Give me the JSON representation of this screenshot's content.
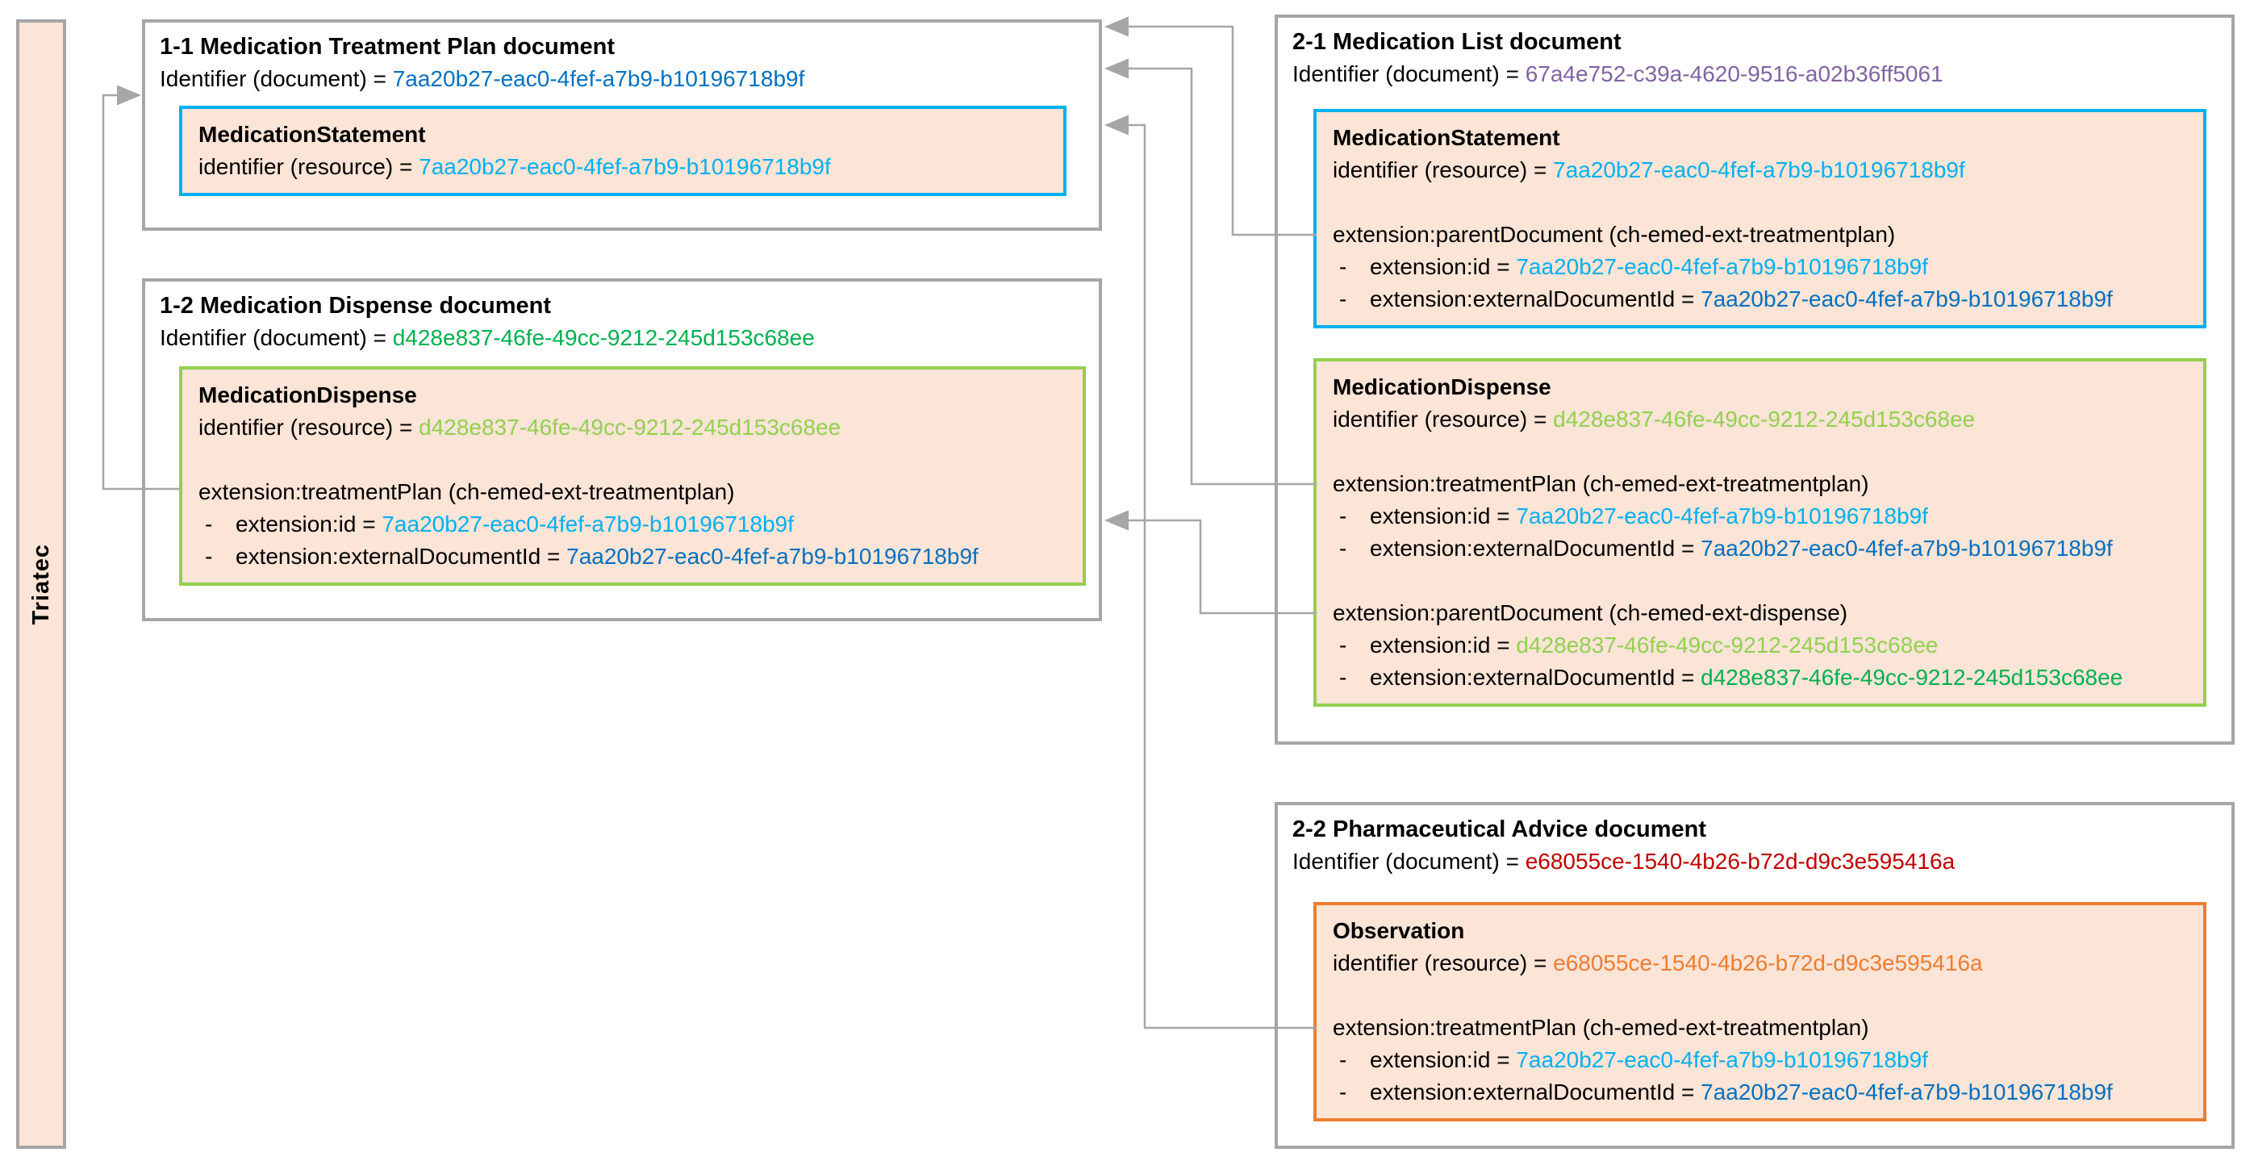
{
  "palette": {
    "outer_border_gray": "#a6a6a6",
    "connector_gray": "#a6a6a6",
    "card_fill_peach": "#fce4d6",
    "medication_statement_border": "#00b0f0",
    "medication_dispense_border": "#92d050",
    "observation_border": "#ed7d31",
    "blue_light": "#00b0f0",
    "blue_dark": "#0070c0",
    "green_light": "#92d050",
    "green_dark": "#00b050",
    "purple": "#8064a2",
    "red": "#c00000",
    "orange": "#ed7d31"
  },
  "medication": {
    "label": "Triatec"
  },
  "documents": [
    {
      "title": "1-1 Medication Treatment Plan document",
      "identifier_label": "Identifier (document) =",
      "identifier": "7aa20b27-eac0-4fef-a7b9-b10196718b9f",
      "resources": [
        {
          "name": "MedicationStatement",
          "identifier_label": "identifier (resource) =",
          "identifier": "7aa20b27-eac0-4fef-a7b9-b10196718b9f",
          "extensions": []
        }
      ]
    },
    {
      "title": "1-2 Medication Dispense document",
      "identifier_label": "Identifier (document) =",
      "identifier": "d428e837-46fe-49cc-9212-245d153c68ee",
      "resources": [
        {
          "name": "MedicationDispense",
          "identifier_label": "identifier (resource) =",
          "identifier": "d428e837-46fe-49cc-9212-245d153c68ee",
          "extensions": [
            {
              "header": "extension:treatmentPlan (ch-emed-ext-treatmentplan)",
              "items": [
                {
                  "bullet": "-",
                  "label": "extension:id =",
                  "value": "7aa20b27-eac0-4fef-a7b9-b10196718b9f"
                },
                {
                  "bullet": "-",
                  "label": "extension:externalDocumentId =",
                  "value": "7aa20b27-eac0-4fef-a7b9-b10196718b9f"
                }
              ]
            }
          ]
        }
      ]
    },
    {
      "title": "2-1 Medication List document",
      "identifier_label": "Identifier (document) =",
      "identifier": "67a4e752-c39a-4620-9516-a02b36ff5061",
      "resources": [
        {
          "name": "MedicationStatement",
          "identifier_label": "identifier (resource) =",
          "identifier": "7aa20b27-eac0-4fef-a7b9-b10196718b9f",
          "extensions": [
            {
              "header": "extension:parentDocument (ch-emed-ext-treatmentplan)",
              "items": [
                {
                  "bullet": "-",
                  "label": "extension:id =",
                  "value": "7aa20b27-eac0-4fef-a7b9-b10196718b9f"
                },
                {
                  "bullet": "-",
                  "label": "extension:externalDocumentId =",
                  "value": "7aa20b27-eac0-4fef-a7b9-b10196718b9f"
                }
              ]
            }
          ]
        },
        {
          "name": "MedicationDispense",
          "identifier_label": "identifier (resource) =",
          "identifier": "d428e837-46fe-49cc-9212-245d153c68ee",
          "extensions": [
            {
              "header": "extension:treatmentPlan (ch-emed-ext-treatmentplan)",
              "items": [
                {
                  "bullet": "-",
                  "label": "extension:id =",
                  "value": "7aa20b27-eac0-4fef-a7b9-b10196718b9f"
                },
                {
                  "bullet": "-",
                  "label": "extension:externalDocumentId =",
                  "value": "7aa20b27-eac0-4fef-a7b9-b10196718b9f"
                }
              ]
            },
            {
              "header": "extension:parentDocument (ch-emed-ext-dispense)",
              "items": [
                {
                  "bullet": "-",
                  "label": "extension:id =",
                  "value": "d428e837-46fe-49cc-9212-245d153c68ee"
                },
                {
                  "bullet": "-",
                  "label": "extension:externalDocumentId =",
                  "value": "d428e837-46fe-49cc-9212-245d153c68ee"
                }
              ]
            }
          ]
        }
      ]
    },
    {
      "title": "2-2 Pharmaceutical Advice document",
      "identifier_label": "Identifier (document) =",
      "identifier": "e68055ce-1540-4b26-b72d-d9c3e595416a",
      "resources": [
        {
          "name": "Observation",
          "identifier_label": "identifier (resource) =",
          "identifier": "e68055ce-1540-4b26-b72d-d9c3e595416a",
          "extensions": [
            {
              "header": "extension:treatmentPlan (ch-emed-ext-treatmentplan)",
              "items": [
                {
                  "bullet": "-",
                  "label": "extension:id =",
                  "value": "7aa20b27-eac0-4fef-a7b9-b10196718b9f"
                },
                {
                  "bullet": "-",
                  "label": "extension:externalDocumentId =",
                  "value": "7aa20b27-eac0-4fef-a7b9-b10196718b9f"
                }
              ]
            }
          ]
        }
      ]
    }
  ],
  "connections": [
    {
      "from": "1-2 MedicationDispense extension:treatmentPlan",
      "to": "1-1 Medication Treatment Plan document"
    },
    {
      "from": "2-1 MedicationStatement extension:parentDocument",
      "to": "1-1 Medication Treatment Plan document"
    },
    {
      "from": "2-1 MedicationDispense extension:treatmentPlan",
      "to": "1-1 Medication Treatment Plan document"
    },
    {
      "from": "2-2 Observation extension:treatmentPlan",
      "to": "1-1 Medication Treatment Plan document"
    },
    {
      "from": "2-1 MedicationDispense extension:parentDocument",
      "to": "1-2 Medication Dispense document"
    }
  ]
}
